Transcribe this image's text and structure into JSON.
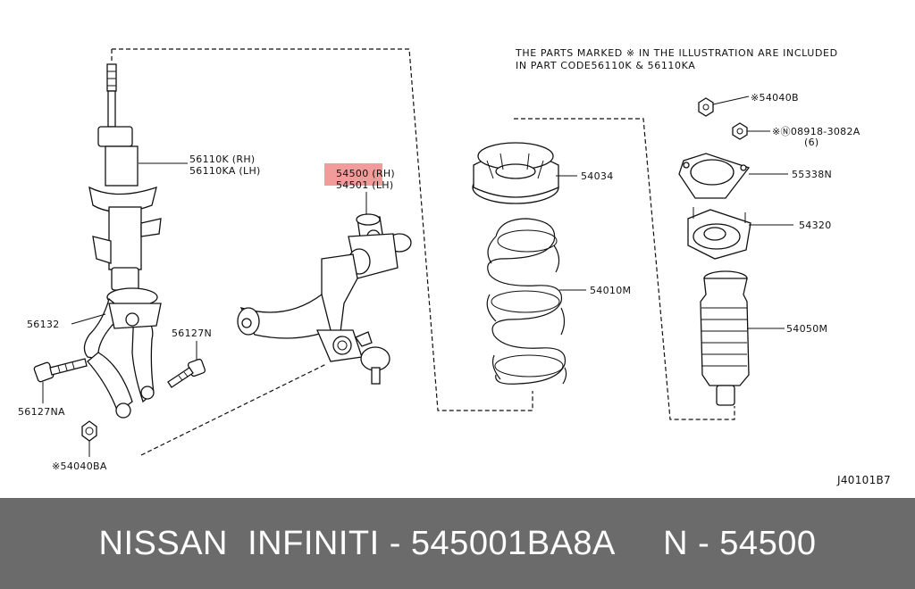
{
  "note": {
    "line1": "THE PARTS MARKED ※ IN THE ILLUSTRATION ARE INCLUDED",
    "line2": "IN PART CODE56110K & 56110KA"
  },
  "labels": {
    "strut_rh": "56110K (RH)",
    "strut_lh": "56110KA (LH)",
    "arm_rh": "54500 (RH)",
    "arm_lh": "54501 (LH)",
    "fork": "56132",
    "bolt_n": "56127N",
    "bolt_na": "56127NA",
    "nut_ba": "※54040BA",
    "nut_b": "※54040B",
    "bolt_ref": "※Ⓝ08918-3082A",
    "bolt_qty": "(6)",
    "seat": "54034",
    "insulator": "55338N",
    "mount": "54320",
    "spring": "54010M",
    "boot": "54050M",
    "diagram_code": "J40101B7"
  },
  "footer": {
    "text": "NISSAN  INFINITI - 545001BA8A     N - 54500"
  },
  "colors": {
    "footer_bg": "#6b6b6b",
    "highlight": "#f08a8a"
  }
}
